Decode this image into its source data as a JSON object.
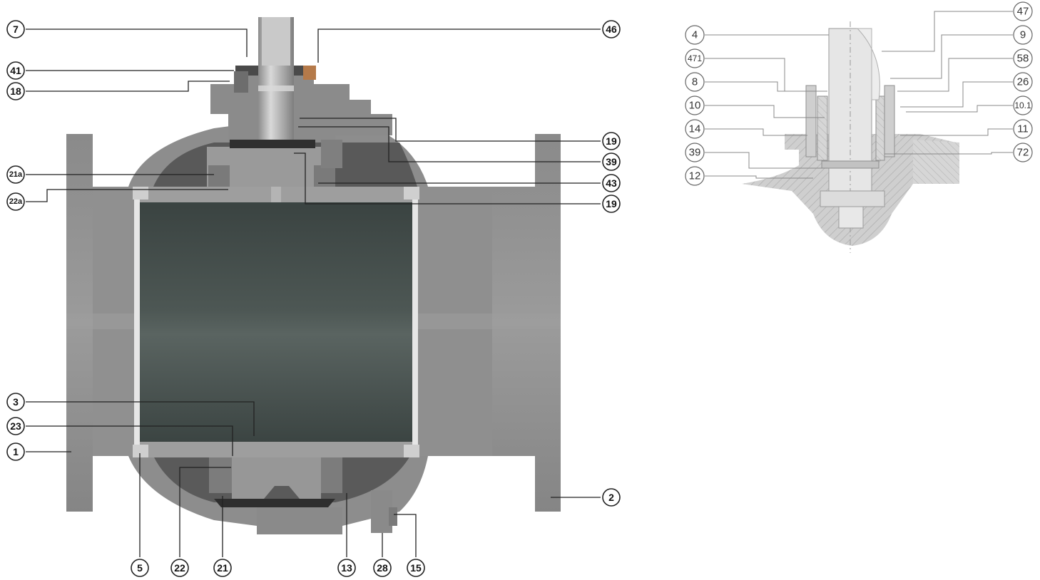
{
  "main_callouts": [
    {
      "id": "c7",
      "label": "7"
    },
    {
      "id": "c41",
      "label": "41"
    },
    {
      "id": "c18",
      "label": "18"
    },
    {
      "id": "c21a",
      "label": "21a"
    },
    {
      "id": "c22a",
      "label": "22a"
    },
    {
      "id": "c46",
      "label": "46"
    },
    {
      "id": "c19a",
      "label": "19"
    },
    {
      "id": "c39",
      "label": "39"
    },
    {
      "id": "c43",
      "label": "43"
    },
    {
      "id": "c19b",
      "label": "19"
    },
    {
      "id": "c3",
      "label": "3"
    },
    {
      "id": "c23",
      "label": "23"
    },
    {
      "id": "c1",
      "label": "1"
    },
    {
      "id": "c2",
      "label": "2"
    },
    {
      "id": "c5",
      "label": "5"
    },
    {
      "id": "c22",
      "label": "22"
    },
    {
      "id": "c21",
      "label": "21"
    },
    {
      "id": "c13",
      "label": "13"
    },
    {
      "id": "c28",
      "label": "28"
    },
    {
      "id": "c15",
      "label": "15"
    }
  ],
  "detail_callouts": [
    {
      "id": "d4",
      "label": "4"
    },
    {
      "id": "d471",
      "label": "471"
    },
    {
      "id": "d8",
      "label": "8"
    },
    {
      "id": "d10",
      "label": "10"
    },
    {
      "id": "d14",
      "label": "14"
    },
    {
      "id": "d39",
      "label": "39"
    },
    {
      "id": "d12",
      "label": "12"
    },
    {
      "id": "d47",
      "label": "47"
    },
    {
      "id": "d9",
      "label": "9"
    },
    {
      "id": "d58",
      "label": "58"
    },
    {
      "id": "d26",
      "label": "26"
    },
    {
      "id": "d101",
      "label": "10.1"
    },
    {
      "id": "d11",
      "label": "11"
    },
    {
      "id": "d72",
      "label": "72"
    }
  ],
  "colors": {
    "body": "#8e8e8e",
    "body_dark": "#6f6f6f",
    "ball": "#3c4543",
    "ball_light": "#56605d",
    "seat": "#9a9a9a",
    "stem": "#b8b8b8",
    "hatch": "#c9c9c9",
    "line": "#222222"
  }
}
